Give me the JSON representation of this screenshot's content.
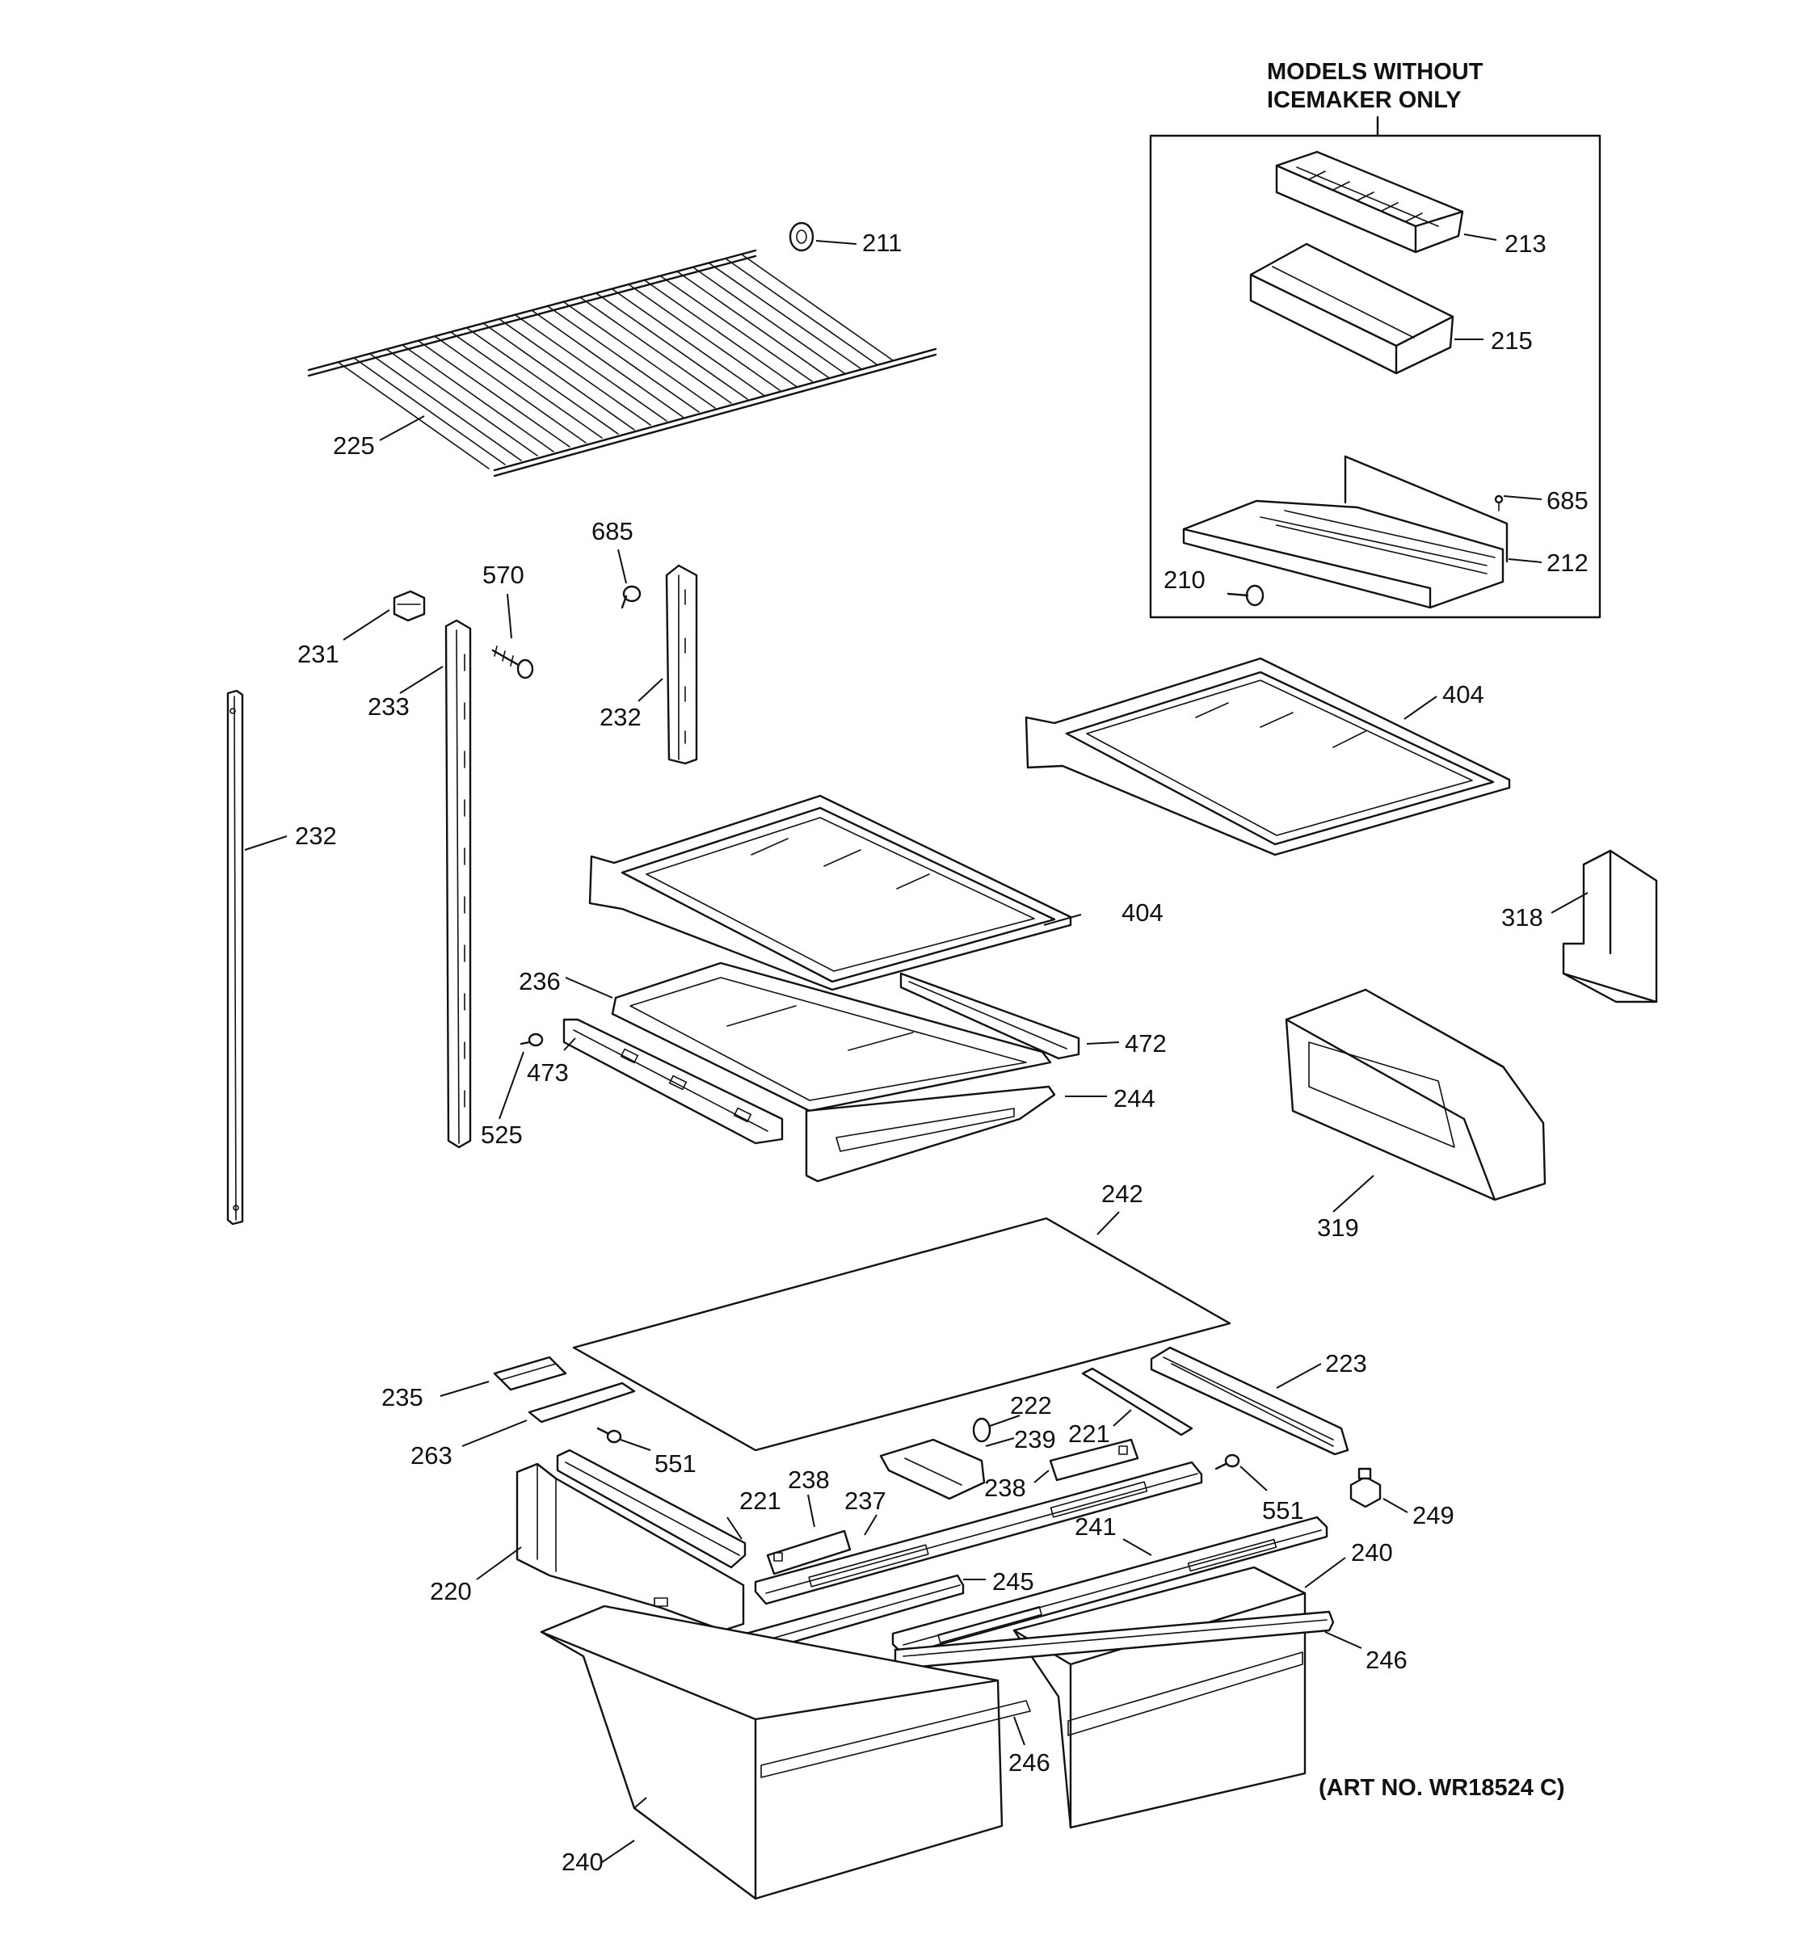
{
  "inset": {
    "title_line1": "MODELS WITHOUT",
    "title_line2": "ICEMAKER ONLY"
  },
  "art_number": "(ART NO. WR18524 C)",
  "labels": {
    "p211": "211",
    "p213": "213",
    "p215": "215",
    "p685_inset": "685",
    "p212": "212",
    "p210": "210",
    "p225": "225",
    "p685": "685",
    "p570": "570",
    "p231": "231",
    "p233": "233",
    "p232_upper": "232",
    "p232_left": "232",
    "p404_right": "404",
    "p404_mid": "404",
    "p318": "318",
    "p236": "236",
    "p472": "472",
    "p473": "473",
    "p244": "244",
    "p525": "525",
    "p319": "319",
    "p242": "242",
    "p223": "223",
    "p235": "235",
    "p222": "222",
    "p221_right": "221",
    "p239": "239",
    "p263": "263",
    "p551_left": "551",
    "p238_mid": "238",
    "p238_left": "238",
    "p237": "237",
    "p221_left": "221",
    "p551_right": "551",
    "p249": "249",
    "p241": "241",
    "p240_right": "240",
    "p220": "220",
    "p245": "245",
    "p246_right": "246",
    "p246_mid": "246",
    "p240_bottom": "240"
  }
}
